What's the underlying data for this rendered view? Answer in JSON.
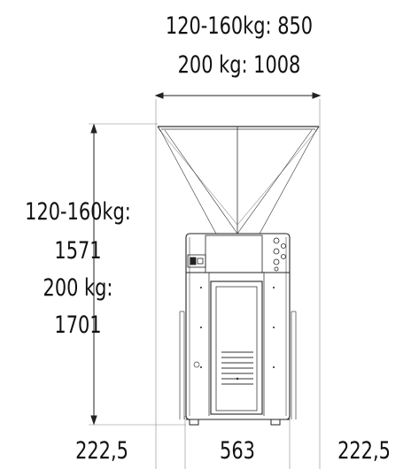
{
  "width_labels": {
    "line1": "120-160kg: 850",
    "line2": "200 kg: 1008"
  },
  "height_labels": {
    "line1": "120-160kg:",
    "line2": "1571",
    "line3": "200 kg:",
    "line4": "1701"
  },
  "bottom_labels": {
    "left": "222,5",
    "center": "563",
    "right": "222,5"
  }
}
